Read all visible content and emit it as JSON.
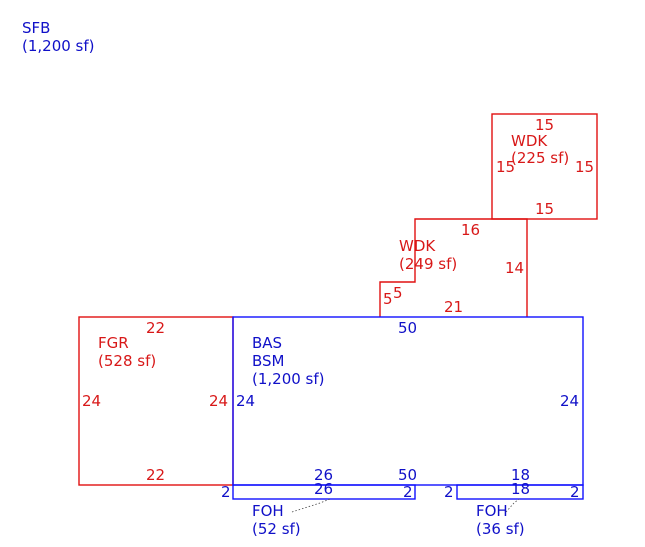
{
  "areas": {
    "sfb": {
      "code": "SFB",
      "area": "(1,200 sf)"
    },
    "bas": {
      "code1": "BAS",
      "code2": "BSM",
      "area": "(1,200 sf)"
    },
    "fgr": {
      "code": "FGR",
      "area": "(528 sf)"
    },
    "wdk_upper": {
      "code": "WDK",
      "area": "(225 sf)"
    },
    "wdk_lower": {
      "code": "WDK",
      "area": "(249 sf)"
    },
    "foh_left": {
      "code": "FOH",
      "area": "(52 sf)"
    },
    "foh_right": {
      "code": "FOH",
      "area": "(36 sf)"
    }
  },
  "dimensions": {
    "wdk_upper": {
      "top": "15",
      "left": "15",
      "right": "15",
      "bottom": "15"
    },
    "wdk_lower": {
      "top": "16",
      "right": "14",
      "bottom": "21",
      "step_a": "5",
      "step_b": "5"
    },
    "fgr": {
      "top": "22",
      "left": "24",
      "right": "24",
      "bottom": "22"
    },
    "bas": {
      "top": "50",
      "left": "24",
      "right": "24",
      "bottom": "50",
      "bottom_left": "26",
      "bottom_right": "18"
    },
    "foh_left": {
      "top": "26",
      "left": "2",
      "right": "2"
    },
    "foh_right": {
      "top": "18",
      "left": "2",
      "right": "2"
    }
  },
  "colors": {
    "blue": "#1010c8",
    "red": "#d81818"
  }
}
